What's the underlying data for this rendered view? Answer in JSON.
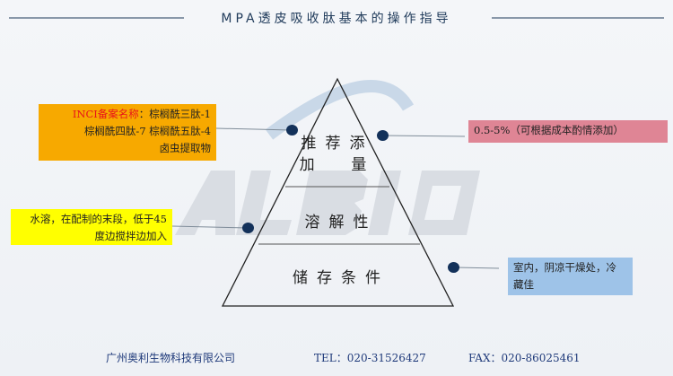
{
  "title": "MPA透皮吸收肽基本的操作指导",
  "watermark": "ALBIO",
  "pyramid": {
    "top_line1": "推荐添",
    "top_line2": "加  量",
    "middle": "溶解性",
    "bottom": "储存条件"
  },
  "inci": {
    "label": "INCI备案名称",
    "sep": "：",
    "line1": "棕榈酰三肽-1",
    "line2": "棕榈酰四肽-7 棕榈酰五肽-4",
    "line3": "卤虫提取物"
  },
  "dosage": "0.5-5%（可根据成本酌情添加）",
  "dissolve": {
    "line1": "水溶，在配制的末段，低于45",
    "line2": "度边搅拌边加入"
  },
  "storage": {
    "line1": "室内，阴凉干燥处，冷",
    "line2": "藏佳"
  },
  "footer": {
    "company": "广州奥利生物科技有限公司",
    "tel": "TEL：020-31526427",
    "fax": "FAX：020-86025461"
  },
  "colors": {
    "orange": "#f7a900",
    "yellow": "#ffff00",
    "pink": "#df8595",
    "blue": "#9ec3e8",
    "red": "#e8141a"
  }
}
